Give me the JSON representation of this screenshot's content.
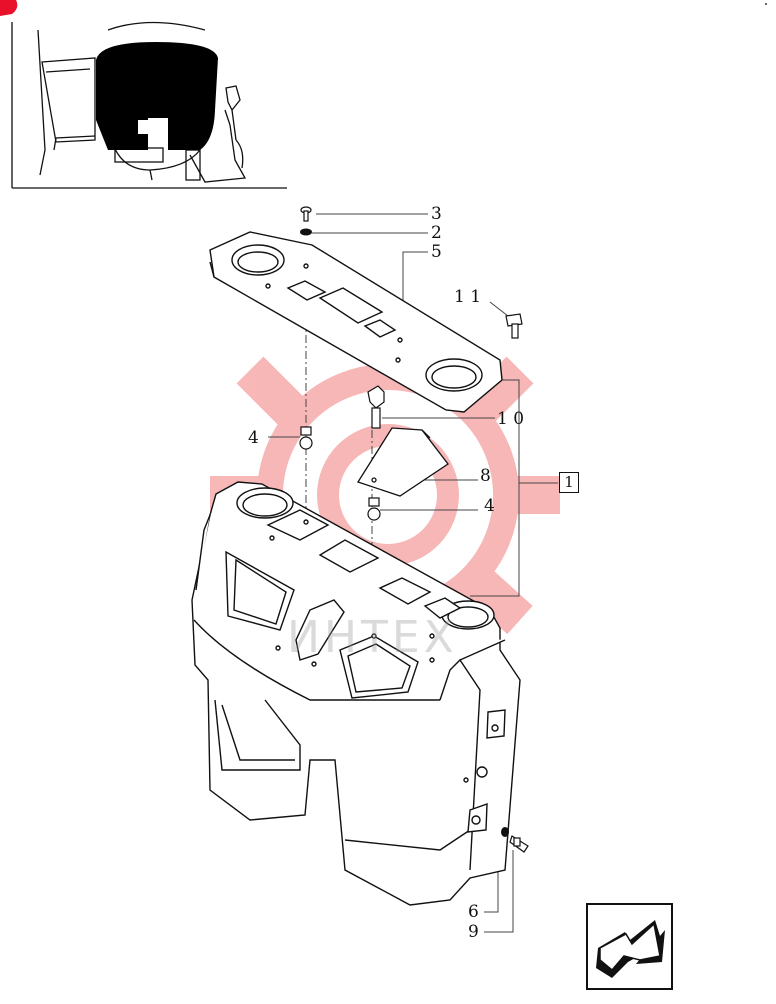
{
  "watermark": {
    "text": "ИНТЕХ"
  },
  "callouts": {
    "c3": "3",
    "c2": "2",
    "c5": "5",
    "c11": "1 1",
    "c4a": "4",
    "c10": "1 0",
    "c8": "8",
    "c4b": "4",
    "c1": "1",
    "c6": "6",
    "c9": "9"
  },
  "colors": {
    "line": "#111111",
    "watermark_gear": "#f5a0a0",
    "corner_badge": "#e8102a"
  },
  "icons": {
    "next_page": "arrow-next-page-icon",
    "corner": "red-corner-badge-icon"
  }
}
